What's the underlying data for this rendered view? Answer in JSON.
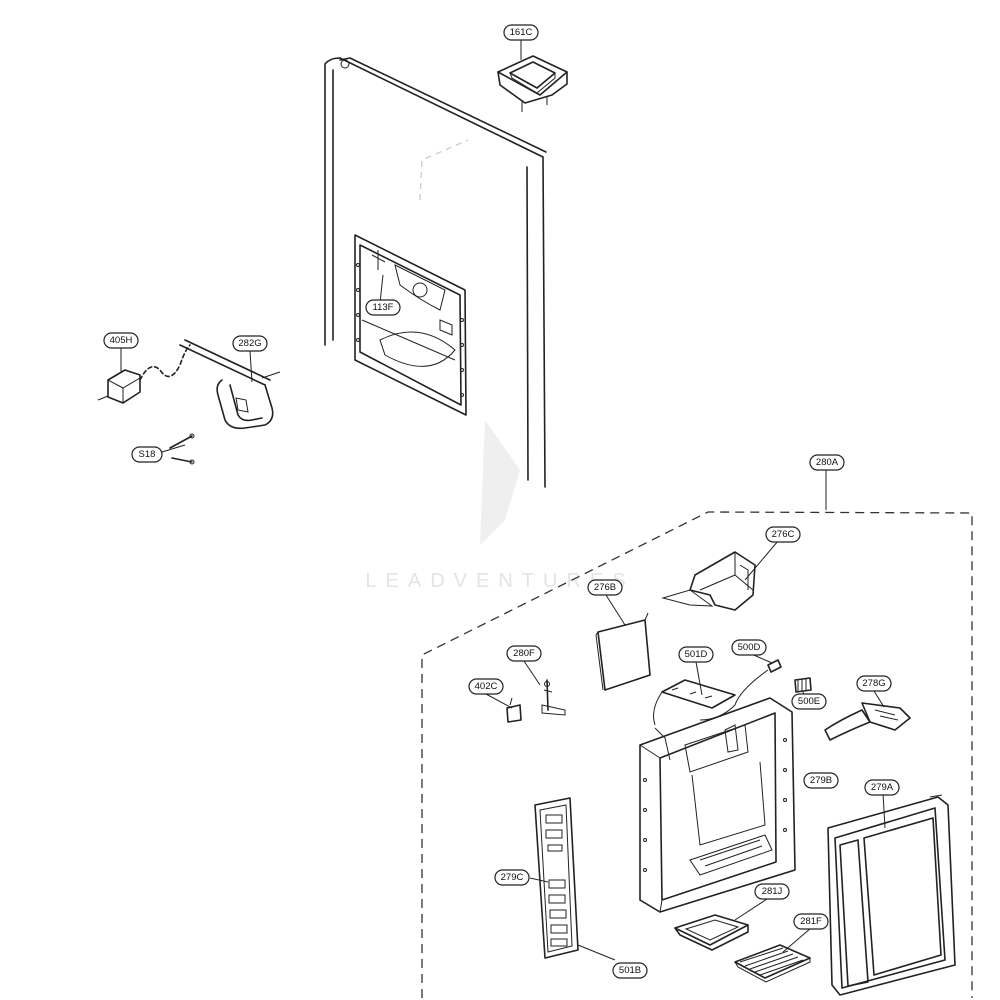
{
  "diagram": {
    "watermark": "LEADVENTURES",
    "labels": {
      "p161C": "161C",
      "p113F": "113F",
      "p405H": "405H",
      "p282G": "282G",
      "pS18": "S18",
      "p280A": "280A",
      "p276C": "276C",
      "p276B": "276B",
      "p280F": "280F",
      "p501D": "501D",
      "p500D": "500D",
      "p402C": "402C",
      "p500E": "500E",
      "p278G": "278G",
      "p279B": "279B",
      "p279A": "279A",
      "p279C": "279C",
      "p281J": "281J",
      "p281F": "281F",
      "p501B": "501B"
    }
  }
}
